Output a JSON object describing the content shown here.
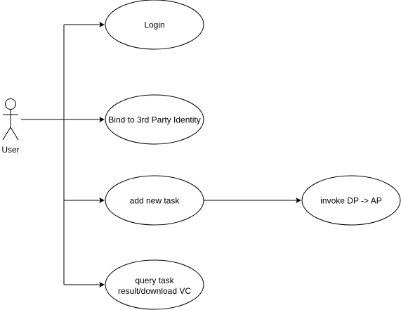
{
  "actor": {
    "label": "User"
  },
  "use_cases": {
    "login": {
      "label": "Login"
    },
    "bind_identity": {
      "label": "Bind to 3rd Party Identity"
    },
    "add_task": {
      "label": "add new task"
    },
    "query_task": {
      "label_line1": "query task",
      "label_line2": "result/download VC"
    },
    "invoke": {
      "label": "invoke DP -> AP"
    }
  },
  "colors": {
    "stroke": "#000000",
    "fill": "#ffffff",
    "text": "#000000"
  }
}
